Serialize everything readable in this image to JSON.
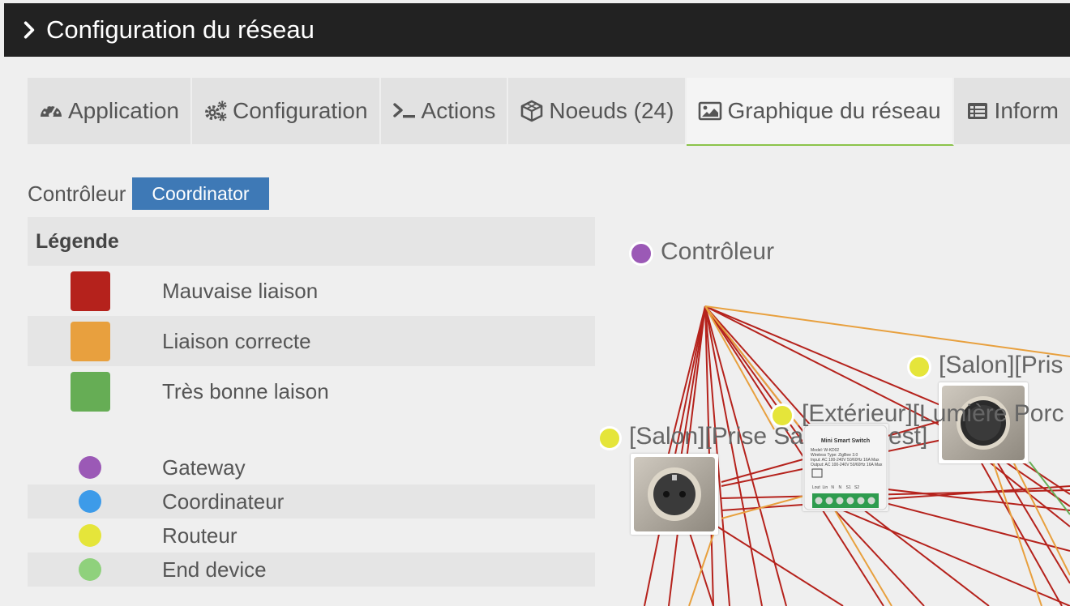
{
  "header": {
    "title": "Configuration du réseau"
  },
  "tabs": [
    {
      "label": "Application",
      "icon": "gauge-icon",
      "active": false
    },
    {
      "label": "Configuration",
      "icon": "gears-icon",
      "active": false
    },
    {
      "label": "Actions",
      "icon": "terminal-icon",
      "active": false
    },
    {
      "label": "Noeuds (24)",
      "icon": "cube-icon",
      "active": false
    },
    {
      "label": "Graphique du réseau",
      "icon": "image-icon",
      "active": true
    },
    {
      "label": "Inform",
      "icon": "table-icon",
      "active": false
    }
  ],
  "controller": {
    "label": "Contrôleur",
    "badge": "Coordinator"
  },
  "legend": {
    "title": "Légende",
    "links": [
      {
        "label": "Mauvaise liaison",
        "color": "#b5221c"
      },
      {
        "label": "Liaison correcte",
        "color": "#e8a03e"
      },
      {
        "label": "Très bonne laison",
        "color": "#66ad55"
      }
    ],
    "nodes": [
      {
        "label": "Gateway",
        "color": "#9b59b6"
      },
      {
        "label": "Coordinateur",
        "color": "#3d9be9"
      },
      {
        "label": "Routeur",
        "color": "#e5e53a"
      },
      {
        "label": "End device",
        "color": "#8fd17c"
      }
    ]
  },
  "graph": {
    "controller_label": "Contrôleur",
    "controller_color": "#9b59b6",
    "router_color": "#e5e53a",
    "nodes": [
      {
        "label": "[Salon][Prise Sa",
        "label_tail": "est]"
      },
      {
        "label": "[Extérieur][Lumière Porc"
      },
      {
        "label": "[Salon][Pris"
      }
    ],
    "device_text": {
      "title": "Mini Smart Switch",
      "model": "Model: W-KD02",
      "wireless": "Wireless Type: ZigBee 3.0",
      "input": "Input: AC 100-240V 50/60Hz 16A Max",
      "output": "Output: AC 100-240V 50/60Hz 16A Max",
      "terminals": "Lout  Lin   N    N    S1   S2"
    }
  }
}
